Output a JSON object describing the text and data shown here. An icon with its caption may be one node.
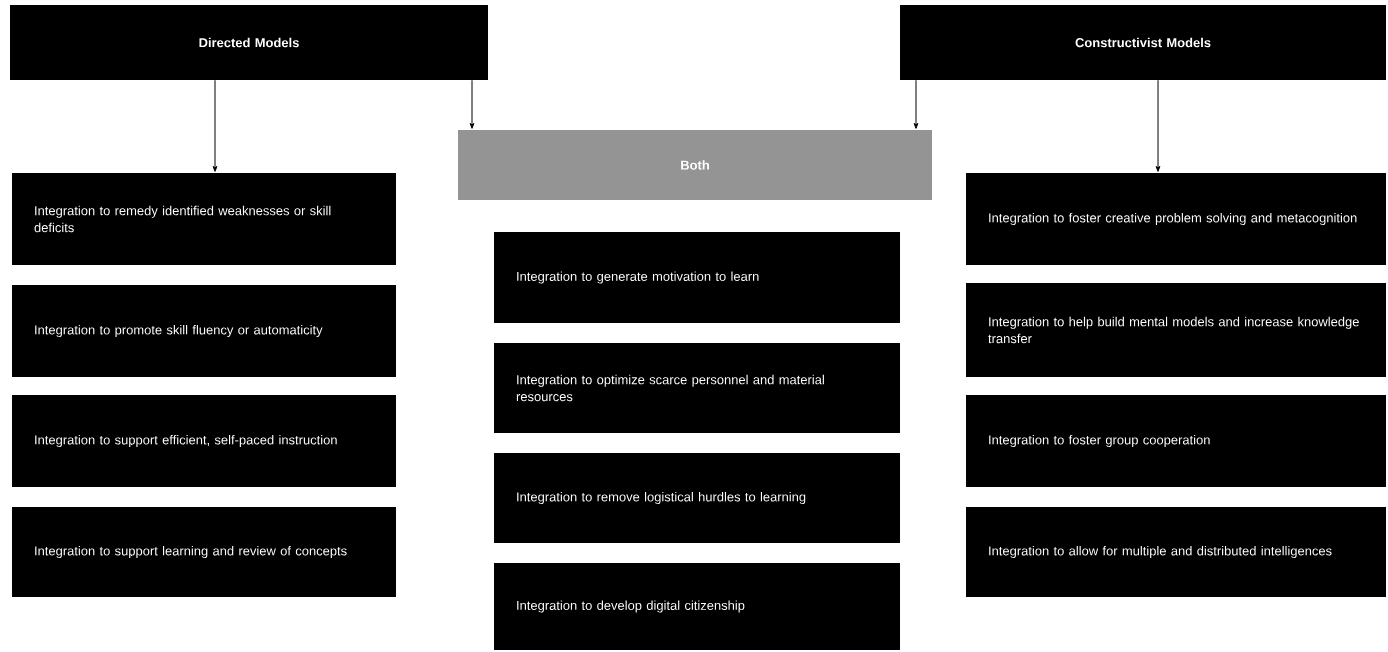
{
  "diagram": {
    "nodes": [
      {
        "text": [
          "Directed Models"
        ]
      },
      {
        "text": [
          "Constructivist Models"
        ]
      },
      {
        "text": [
          "Both"
        ]
      },
      {
        "text": [
          "Integration to remedy identified weaknesses or skill deficits"
        ]
      },
      {
        "text": [
          "Integration to promote skill fluency or automaticity"
        ]
      },
      {
        "text": [
          "Integration to support efficient, self-paced instruction"
        ]
      },
      {
        "text": [
          "Integration to support learning and review of concepts"
        ]
      },
      {
        "text": [
          "Integration to generate motivation to learn"
        ]
      },
      {
        "text": [
          "Integration to optimize scarce personnel and material resources"
        ]
      },
      {
        "text": [
          "Integration to remove logistical hurdles to learning"
        ]
      },
      {
        "text": [
          "Integration to develop digital citizenship"
        ]
      },
      {
        "text": [
          "Integration to foster creative problem solving and metacognition"
        ]
      },
      {
        "text": [
          "Integration to help build mental models and increase knowledge transfer"
        ]
      },
      {
        "text": [
          "Integration to foster group cooperation"
        ]
      },
      {
        "text": [
          "Integration to allow for multiple and distributed intelligences"
        ]
      }
    ],
    "edges": [
      {
        "from": 0,
        "to": 3,
        "arrow": "to"
      },
      {
        "from": 0,
        "to": 2,
        "arrow": "to"
      },
      {
        "from": 1,
        "to": 2,
        "arrow": "to"
      },
      {
        "from": 1,
        "to": 11,
        "arrow": "to"
      }
    ]
  }
}
